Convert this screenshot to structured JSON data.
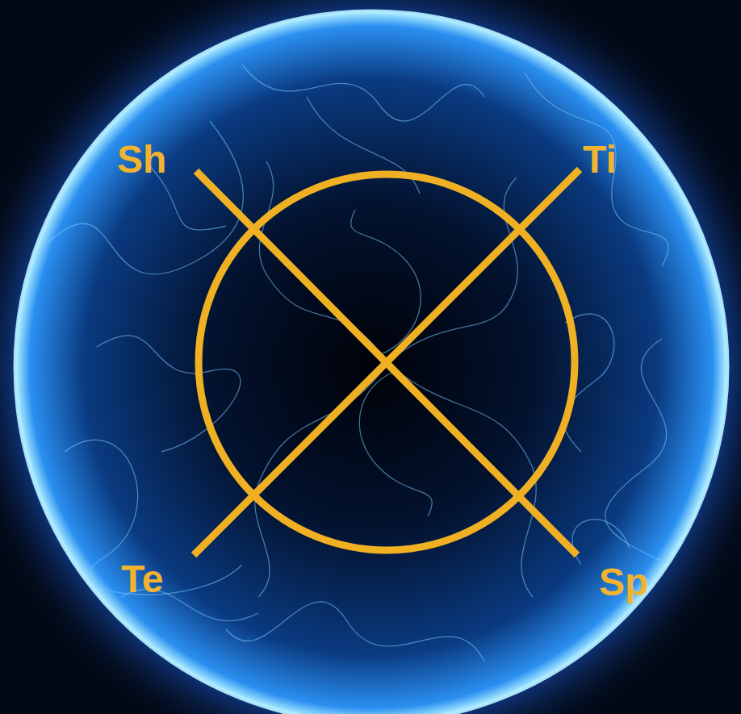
{
  "diagram": {
    "labels": [
      "Sh",
      "Ti",
      "Te",
      "Sp"
    ]
  }
}
